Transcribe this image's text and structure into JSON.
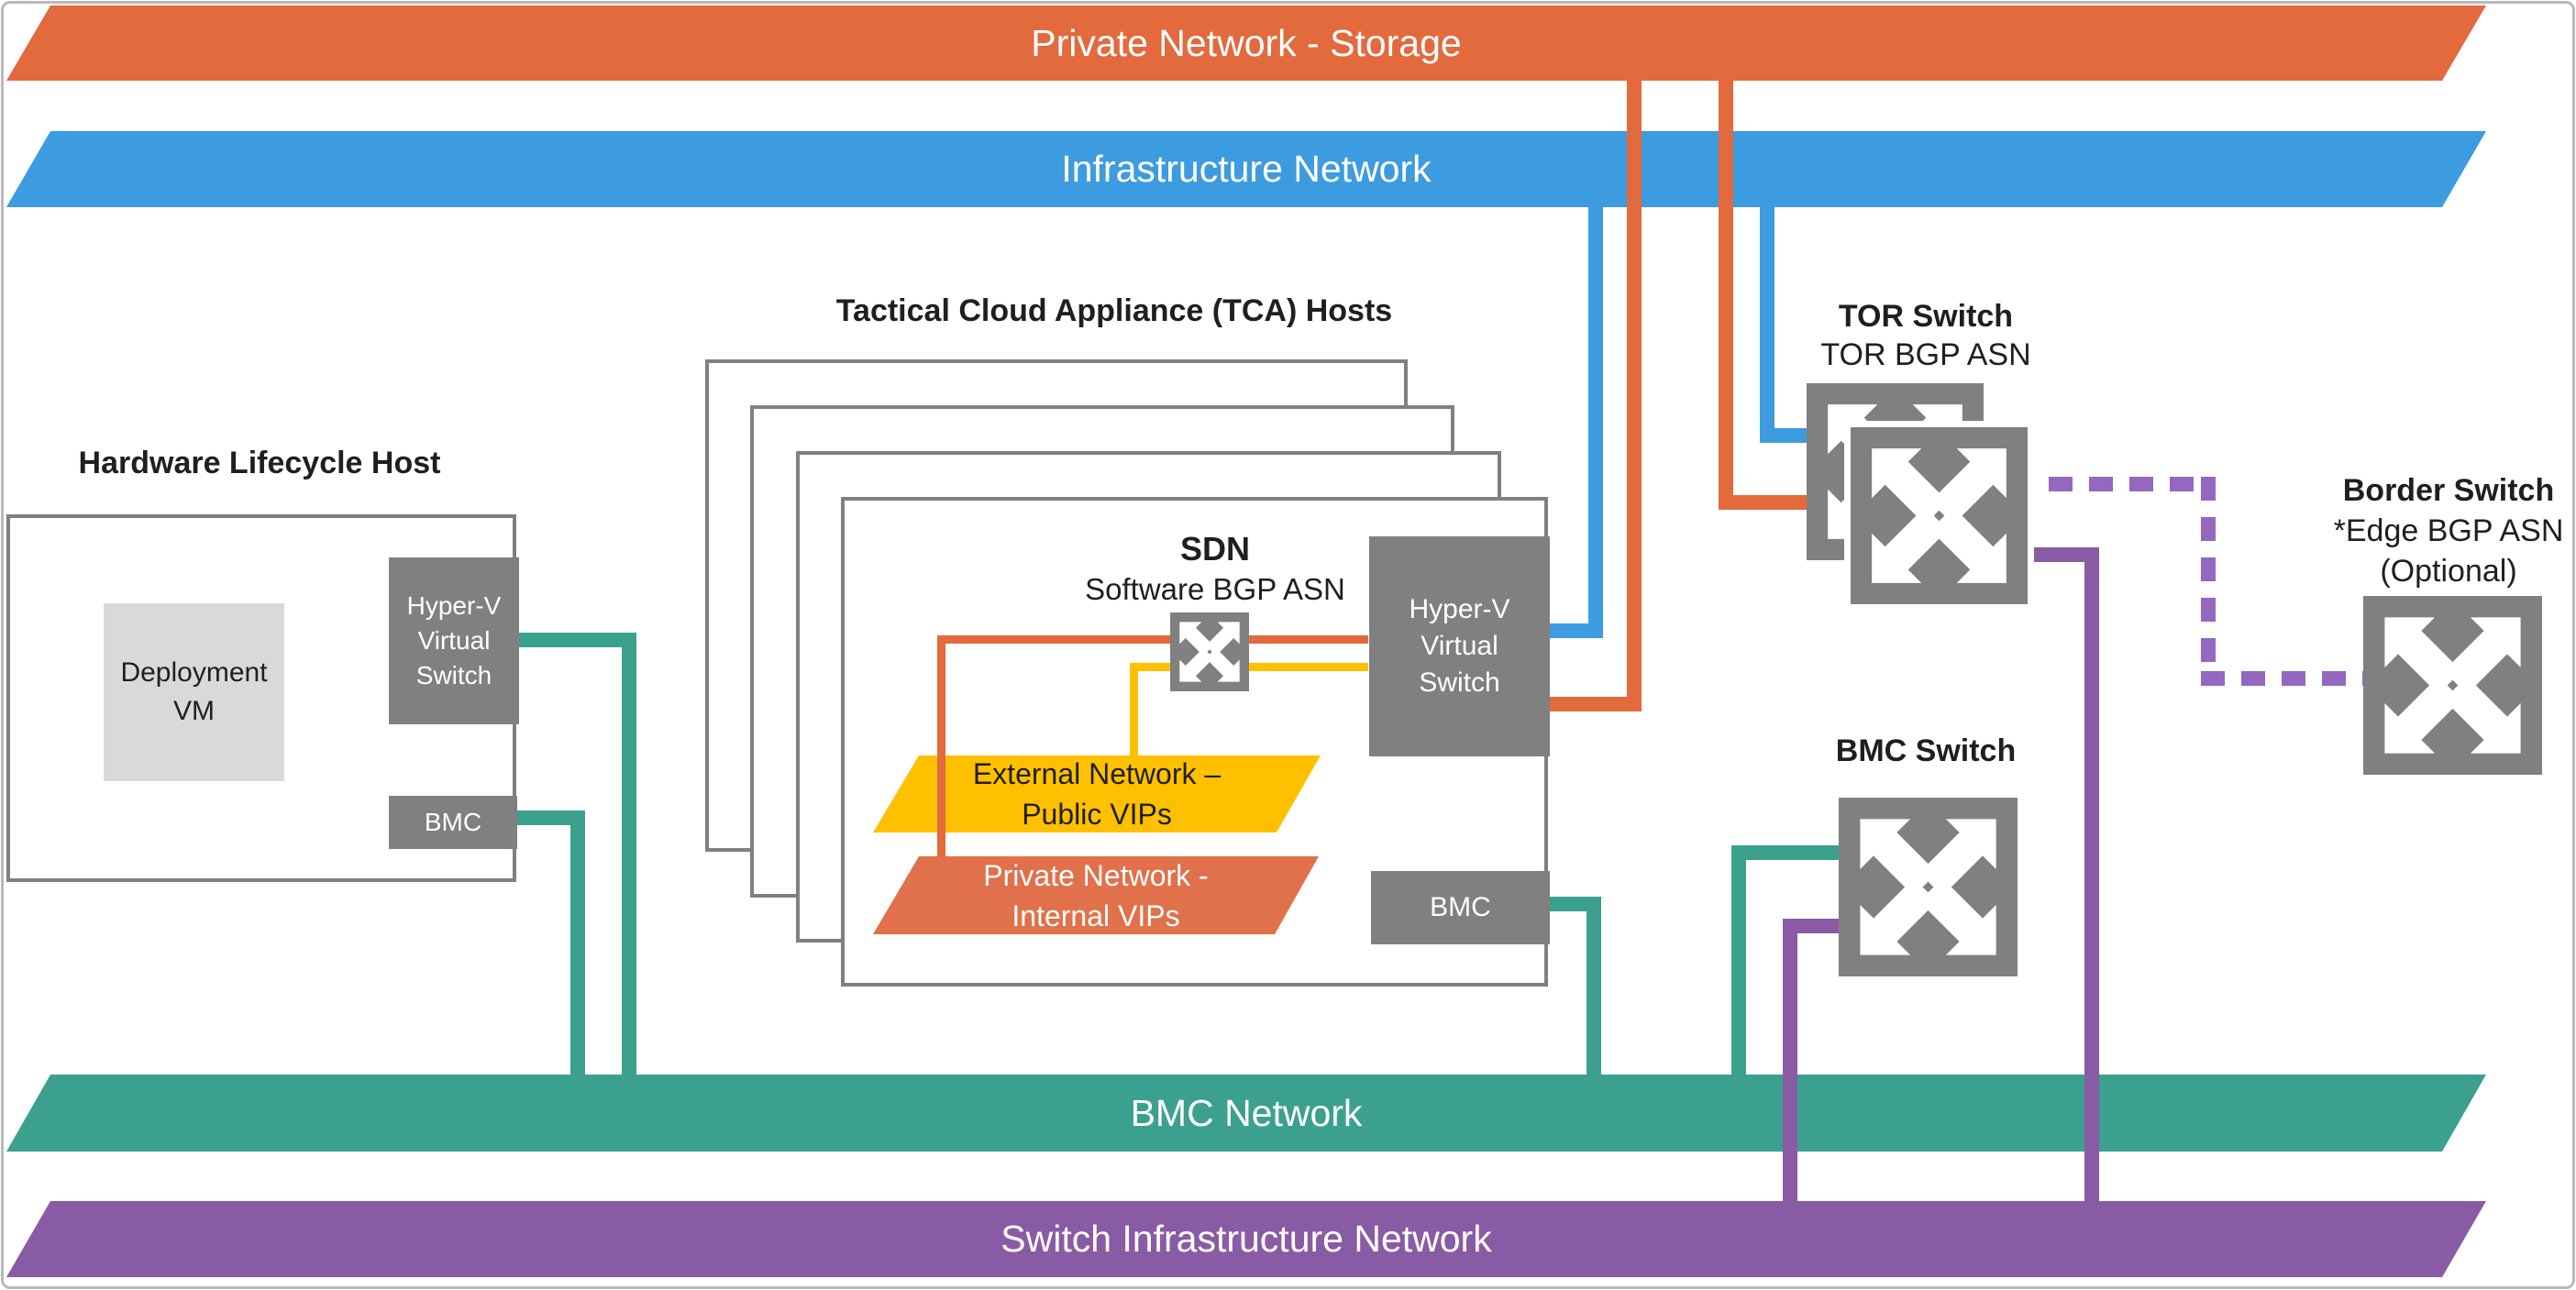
{
  "banners": {
    "private_storage": "Private Network - Storage",
    "infrastructure": "Infrastructure Network",
    "bmc": "BMC Network",
    "switch_infrastructure": "Switch Infrastructure Network"
  },
  "hardware_host": {
    "title": "Hardware Lifecycle Host",
    "deployment_vm_label": "Deployment VM",
    "hyperv_label": "Hyper-V Virtual Switch",
    "bmc_label": "BMC"
  },
  "tca": {
    "title": "Tactical Cloud Appliance (TCA) Hosts",
    "sdn_title": "SDN",
    "sdn_subtitle": "Software BGP ASN",
    "external_network_label": "External Network – Public VIPs",
    "private_network_label": "Private Network - Internal VIPs",
    "hyperv_label": "Hyper-V Virtual Switch",
    "bmc_label": "BMC"
  },
  "tor_switch": {
    "title": "TOR Switch",
    "subtitle": "TOR BGP ASN"
  },
  "bmc_switch": {
    "title": "BMC Switch"
  },
  "border_switch": {
    "title": "Border Switch",
    "subtitle": "*Edge BGP ASN",
    "note": "(Optional)"
  },
  "colors": {
    "storage_orange": "#E26A3D",
    "infrastructure_blue": "#3D9BE0",
    "bmc_teal": "#3CA08E",
    "switch_purple": "#8A5BA5",
    "dashed_purple": "#9468BE",
    "external_yellow": "#FFC000",
    "internal_orange": "#E0714A",
    "box_gray": "#808080",
    "vm_gray": "#D9D9D9"
  }
}
